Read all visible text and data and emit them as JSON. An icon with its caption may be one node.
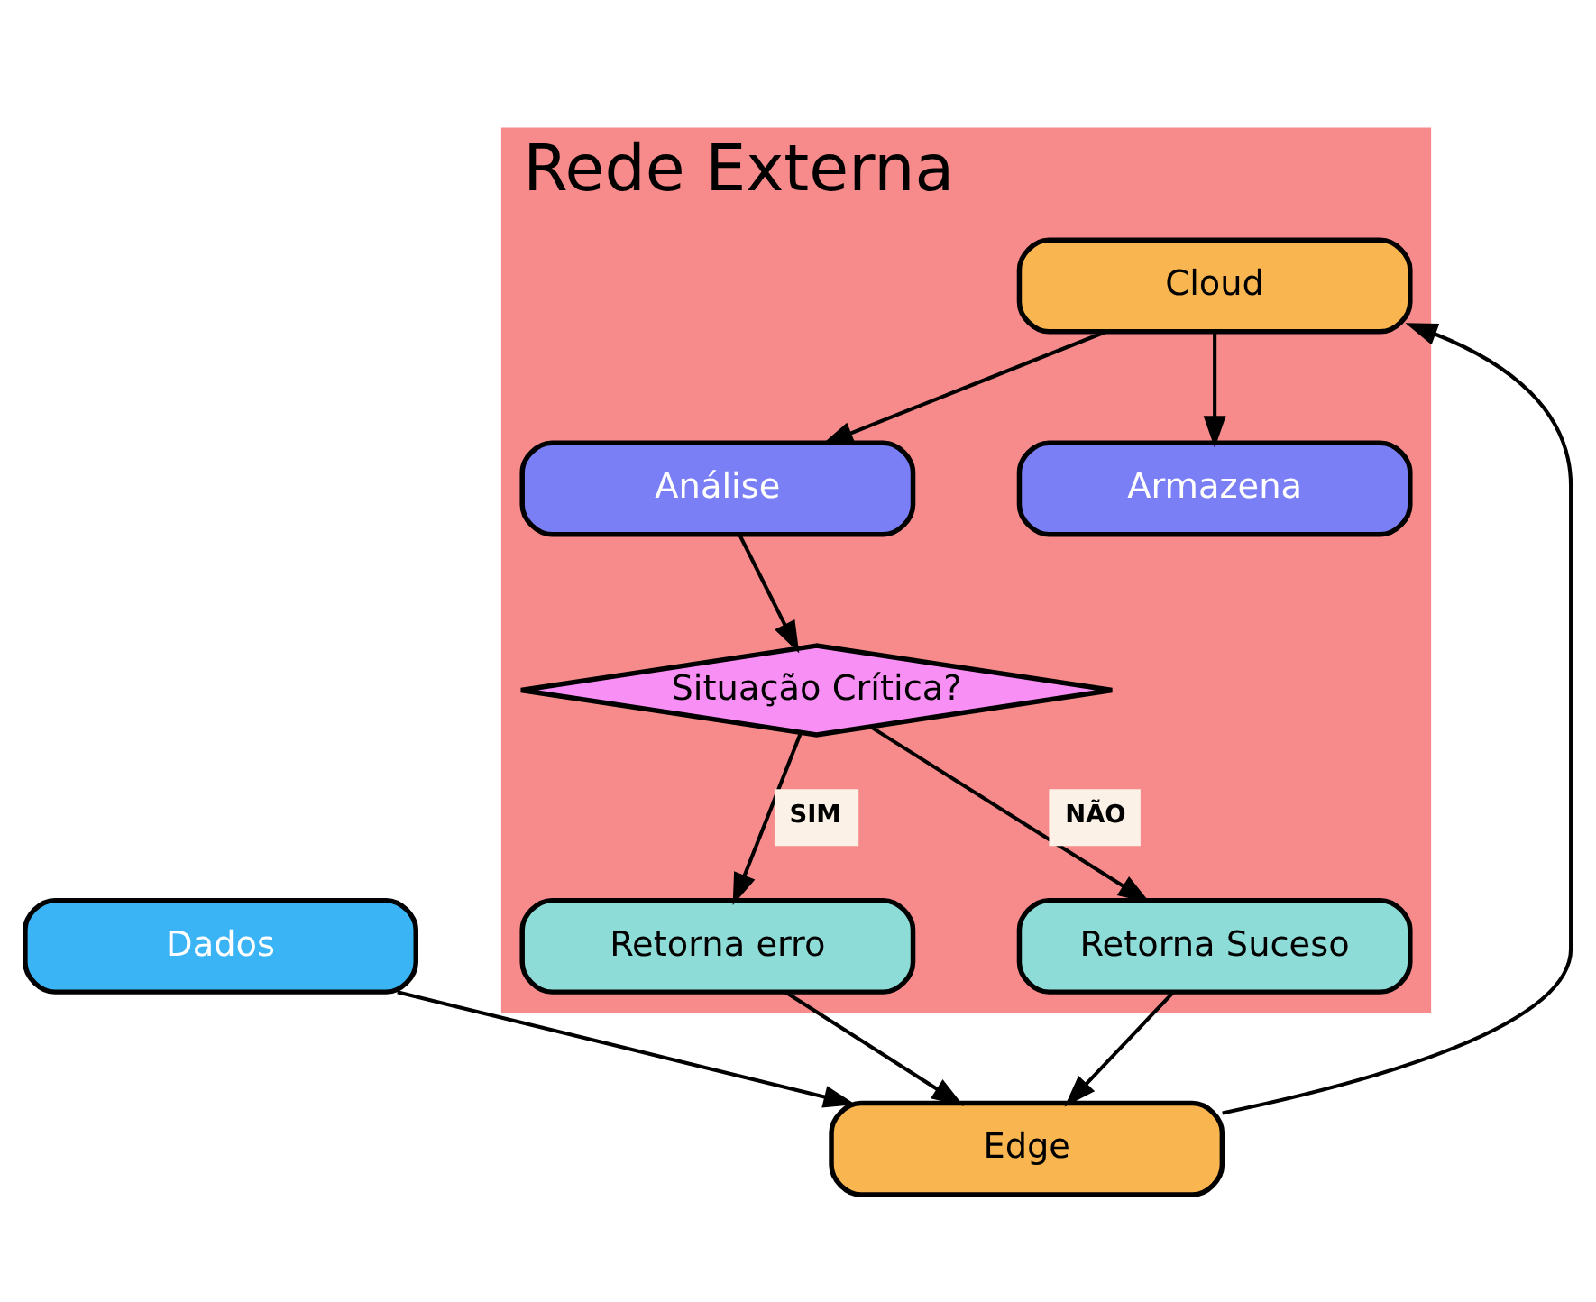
{
  "diagram": {
    "nodes": [
      {
        "text": [
          "Rede Externa"
        ]
      },
      {
        "text": [
          "Retorna erro"
        ],
        "in": 0
      },
      {
        "text": [
          "Situação Crítica?"
        ],
        "in": 0
      },
      {
        "text": [
          "Retorna Suceso"
        ],
        "in": 0
      },
      {
        "text": [
          "Análise"
        ],
        "in": 0
      },
      {
        "text": [
          "Dados"
        ]
      },
      {
        "text": [
          "Edge"
        ]
      },
      {
        "text": [
          "Cloud"
        ],
        "in": 0
      },
      {
        "text": [
          "Armazena"
        ],
        "in": 0
      }
    ],
    "edges": [
      {
        "from": 5,
        "to": 6,
        "arrow": "to"
      },
      {
        "from": 6,
        "to": 7,
        "arrow": "to"
      },
      {
        "from": 7,
        "to": 4,
        "arrow": "to"
      },
      {
        "from": 7,
        "to": 8,
        "arrow": "to"
      },
      {
        "from": 4,
        "to": 2,
        "arrow": "to"
      },
      {
        "from": 2,
        "to": 1,
        "arrow": "to",
        "label": "SIM"
      },
      {
        "from": 2,
        "to": 3,
        "arrow": "to",
        "label": "NÃO"
      },
      {
        "from": 1,
        "to": 6,
        "arrow": "to"
      },
      {
        "from": 3,
        "to": 6,
        "arrow": "to"
      }
    ]
  }
}
